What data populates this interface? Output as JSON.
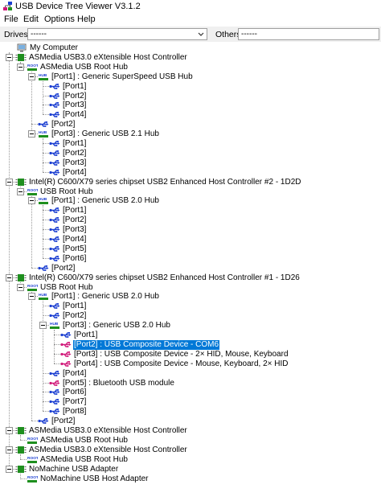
{
  "window": {
    "title": "USB Device Tree Viewer V3.1.2"
  },
  "menu": [
    "File",
    "Edit",
    "Options",
    "Help"
  ],
  "toolbar": {
    "drives_label": "Drives:",
    "drives_value": "------",
    "others_label": "Others:",
    "others_value": "------"
  },
  "tree": [
    {
      "label": "My Computer",
      "icon": "computer-icon",
      "level": 0,
      "expand": true
    },
    {
      "label": "ASMedia USB3.0 eXtensible Host Controller",
      "icon": "host-controller-icon",
      "level": 1,
      "expand": true
    },
    {
      "label": "ASMedia USB Root Hub",
      "icon": "root-hub-icon",
      "level": 2,
      "expand": true
    },
    {
      "label": "[Port1] : Generic SuperSpeed USB Hub",
      "icon": "hub-icon",
      "level": 3,
      "expand": true
    },
    {
      "label": "[Port1]",
      "icon": "usb-port-icon",
      "level": 4
    },
    {
      "label": "[Port2]",
      "icon": "usb-port-icon",
      "level": 4
    },
    {
      "label": "[Port3]",
      "icon": "usb-port-icon",
      "level": 4
    },
    {
      "label": "[Port4]",
      "icon": "usb-port-icon",
      "level": 4
    },
    {
      "label": "[Port2]",
      "icon": "usb-port-icon",
      "level": 3
    },
    {
      "label": "[Port3] : Generic USB 2.1 Hub",
      "icon": "hub-icon",
      "level": 3,
      "expand": true
    },
    {
      "label": "[Port1]",
      "icon": "usb-port-icon",
      "level": 4
    },
    {
      "label": "[Port2]",
      "icon": "usb-port-icon",
      "level": 4
    },
    {
      "label": "[Port3]",
      "icon": "usb-port-icon",
      "level": 4
    },
    {
      "label": "[Port4]",
      "icon": "usb-port-icon",
      "level": 4
    },
    {
      "label": "Intel(R) C600/X79 series chipset USB2 Enhanced Host Controller #2 - 1D2D",
      "icon": "host-controller-icon",
      "level": 1,
      "expand": true
    },
    {
      "label": "USB Root Hub",
      "icon": "root-hub-icon",
      "level": 2,
      "expand": true
    },
    {
      "label": "[Port1] : Generic USB 2.0 Hub",
      "icon": "hub-icon",
      "level": 3,
      "expand": true
    },
    {
      "label": "[Port1]",
      "icon": "usb-port-icon",
      "level": 4
    },
    {
      "label": "[Port2]",
      "icon": "usb-port-icon",
      "level": 4
    },
    {
      "label": "[Port3]",
      "icon": "usb-port-icon",
      "level": 4
    },
    {
      "label": "[Port4]",
      "icon": "usb-port-icon",
      "level": 4
    },
    {
      "label": "[Port5]",
      "icon": "usb-port-icon",
      "level": 4
    },
    {
      "label": "[Port6]",
      "icon": "usb-port-icon",
      "level": 4
    },
    {
      "label": "[Port2]",
      "icon": "usb-port-icon",
      "level": 3
    },
    {
      "label": "Intel(R) C600/X79 series chipset USB2 Enhanced Host Controller #1 - 1D26",
      "icon": "host-controller-icon",
      "level": 1,
      "expand": true
    },
    {
      "label": "USB Root Hub",
      "icon": "root-hub-icon",
      "level": 2,
      "expand": true
    },
    {
      "label": "[Port1] : Generic USB 2.0 Hub",
      "icon": "hub-icon",
      "level": 3,
      "expand": true
    },
    {
      "label": "[Port1]",
      "icon": "usb-port-icon",
      "level": 4
    },
    {
      "label": "[Port2]",
      "icon": "usb-port-icon",
      "level": 4
    },
    {
      "label": "[Port3] : Generic USB 2.0 Hub",
      "icon": "hub-icon",
      "level": 4,
      "expand": true
    },
    {
      "label": "[Port1]",
      "icon": "usb-port-icon",
      "level": 5
    },
    {
      "label": "[Port2] : USB Composite Device - COM6",
      "icon": "usb-device-icon",
      "level": 5,
      "selected": true
    },
    {
      "label": "[Port3] : USB Composite Device - 2× HID, Mouse, Keyboard",
      "icon": "usb-device-icon",
      "level": 5
    },
    {
      "label": "[Port4] : USB Composite Device - Mouse, Keyboard, 2× HID",
      "icon": "usb-device-icon",
      "level": 5
    },
    {
      "label": "[Port4]",
      "icon": "usb-port-icon",
      "level": 4
    },
    {
      "label": "[Port5] : Bluetooth USB module",
      "icon": "usb-device-icon",
      "level": 4
    },
    {
      "label": "[Port6]",
      "icon": "usb-port-icon",
      "level": 4
    },
    {
      "label": "[Port7]",
      "icon": "usb-port-icon",
      "level": 4
    },
    {
      "label": "[Port8]",
      "icon": "usb-port-icon",
      "level": 4
    },
    {
      "label": "[Port2]",
      "icon": "usb-port-icon",
      "level": 3
    },
    {
      "label": "ASMedia USB3.0 eXtensible Host Controller",
      "icon": "host-controller-icon",
      "level": 1,
      "expand": true
    },
    {
      "label": "ASMedia USB Root Hub",
      "icon": "root-hub-icon",
      "level": 2
    },
    {
      "label": "ASMedia USB3.0 eXtensible Host Controller",
      "icon": "host-controller-icon",
      "level": 1,
      "expand": true
    },
    {
      "label": "ASMedia USB Root Hub",
      "icon": "root-hub-icon",
      "level": 2
    },
    {
      "label": "NoMachine USB Adapter",
      "icon": "host-controller-icon",
      "level": 1,
      "expand": true
    },
    {
      "label": "NoMachine USB Host Adapter",
      "icon": "root-hub-icon",
      "level": 2
    }
  ],
  "icon_text": {
    "hub": "HUB",
    "root": "ROOT"
  },
  "colors": {
    "selection": "#0078d7",
    "chip_green": "#1e8f1e",
    "usb_blue": "#1c3fd1",
    "device_magenta": "#d1197a"
  }
}
